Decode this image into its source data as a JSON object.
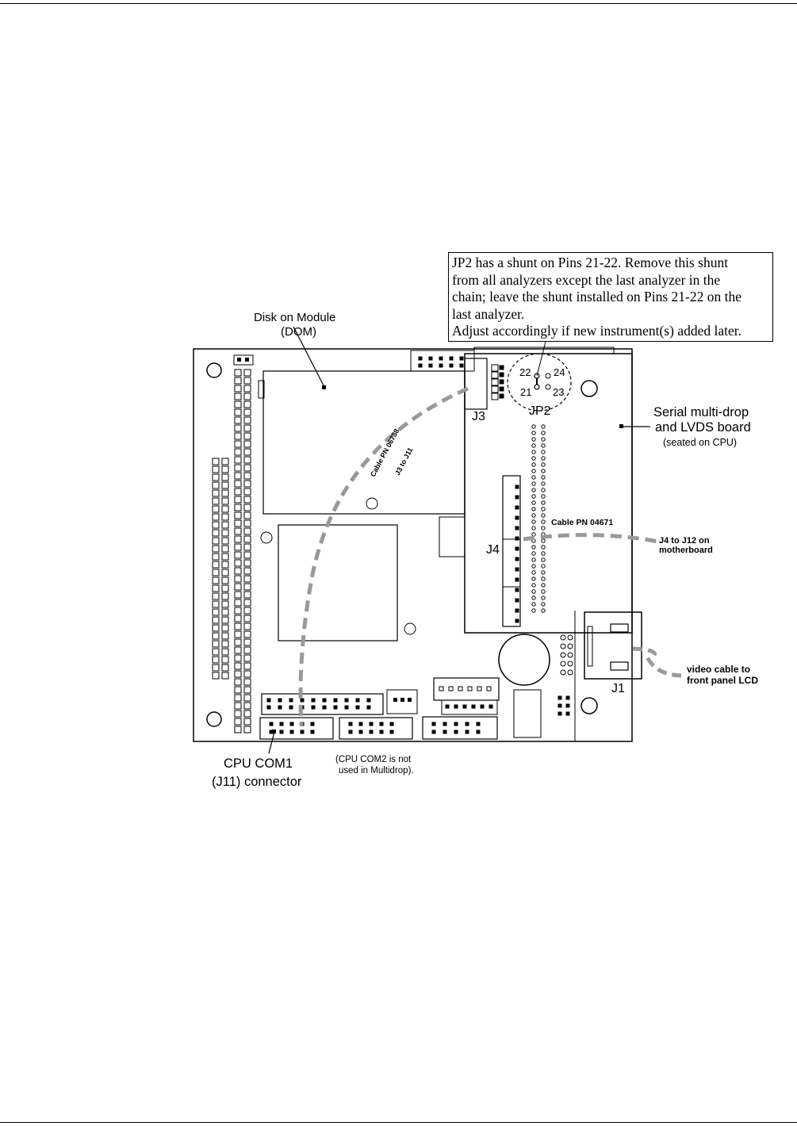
{
  "note": {
    "lines": [
      "JP2 has a shunt on Pins 21-22. Remove this shunt",
      "from all analyzers except the last analyzer in the",
      "chain; leave the shunt installed on Pins 21-22 on the",
      "last analyzer.",
      "Adjust accordingly if new instrument(s) added later."
    ]
  },
  "labels": {
    "dom_line1": "Disk on Module",
    "dom_line2": "(DOM)",
    "serial_line1": "Serial multi-drop",
    "serial_line2": "and LVDS board",
    "serial_line3": "(seated on CPU)",
    "j3": "J3",
    "jp2": "JP2",
    "j4": "J4",
    "j1": "J1",
    "pin22": "22",
    "pin24": "24",
    "pin21": "21",
    "pin23": "23",
    "cable_0673_line1": "Cable PN 06738",
    "cable_0673_line2": "J3 to J11",
    "cable_04671": "Cable PN 04671",
    "j4_j12_line1": "J4 to J12 on",
    "j4_j12_line2": "motherboard",
    "video_line1": "video cable to",
    "video_line2": "front panel LCD",
    "com1_line1": "CPU COM1",
    "com1_line2": "(J11) connector",
    "com2_line1": "(CPU COM2 is not",
    "com2_line2": "used in Multidrop)."
  }
}
